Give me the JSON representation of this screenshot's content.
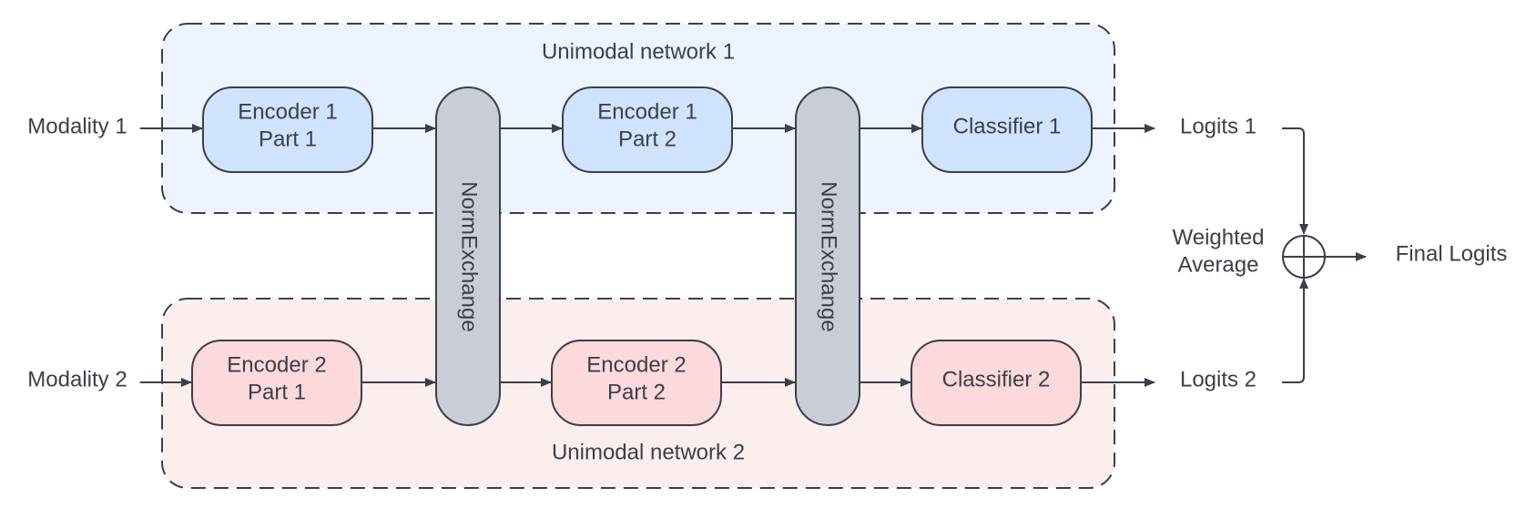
{
  "groups": {
    "net1": {
      "label": "Unimodal network 1"
    },
    "net2": {
      "label": "Unimodal network 2"
    }
  },
  "inputs": {
    "modality1": "Modality 1",
    "modality2": "Modality 2"
  },
  "blocks": {
    "enc1p1": [
      "Encoder 1",
      "Part 1"
    ],
    "enc1p2": [
      "Encoder 1",
      "Part 2"
    ],
    "cls1": "Classifier 1",
    "enc2p1": [
      "Encoder 2",
      "Part 1"
    ],
    "enc2p2": [
      "Encoder 2",
      "Part 2"
    ],
    "cls2": "Classifier 2",
    "norm1": "NormExchange",
    "norm2": "NormExchange"
  },
  "outputs": {
    "logits1": "Logits 1",
    "logits2": "Logits 2",
    "weighted_avg": [
      "Weighted",
      "Average"
    ],
    "final": "Final Logits"
  },
  "colors": {
    "net1_fill": "#edf4ff",
    "net2_fill": "#fdeeee",
    "blue_block": "#cfe3fd",
    "red_block": "#fcd9da",
    "gray_block": "#c9ced6",
    "stroke": "#3a3f4a"
  }
}
